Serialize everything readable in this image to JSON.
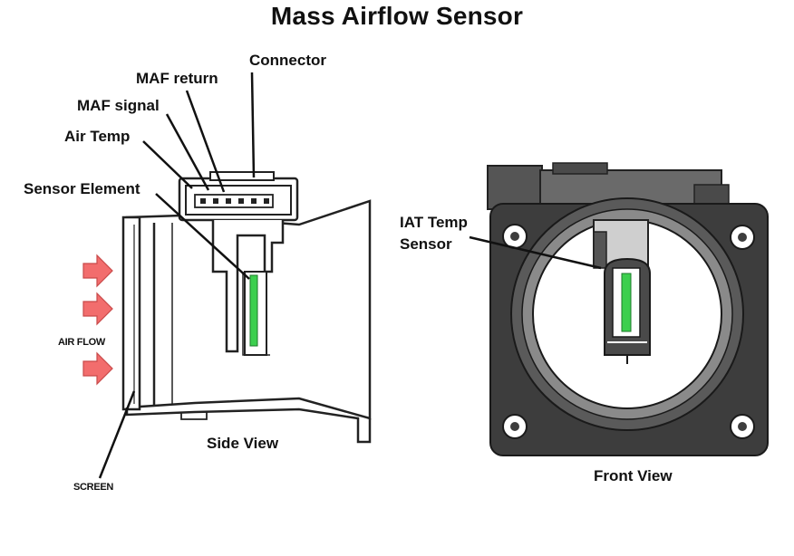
{
  "title": "Mass Airflow Sensor",
  "labels": {
    "connector": "Connector",
    "maf_return": "MAF return",
    "maf_signal": "MAF signal",
    "air_temp": "Air Temp",
    "sensor_element": "Sensor Element",
    "air_flow": "AIR FLOW",
    "screen": "SCREEN",
    "side_view": "Side View",
    "iat_line1": "IAT Temp",
    "iat_line2": "Sensor",
    "front_view": "Front View"
  },
  "colors": {
    "arrow": "#f26d6d",
    "element": "#3ccf4e",
    "housing_dark": "#3d3d3d",
    "outline": "#222222"
  }
}
